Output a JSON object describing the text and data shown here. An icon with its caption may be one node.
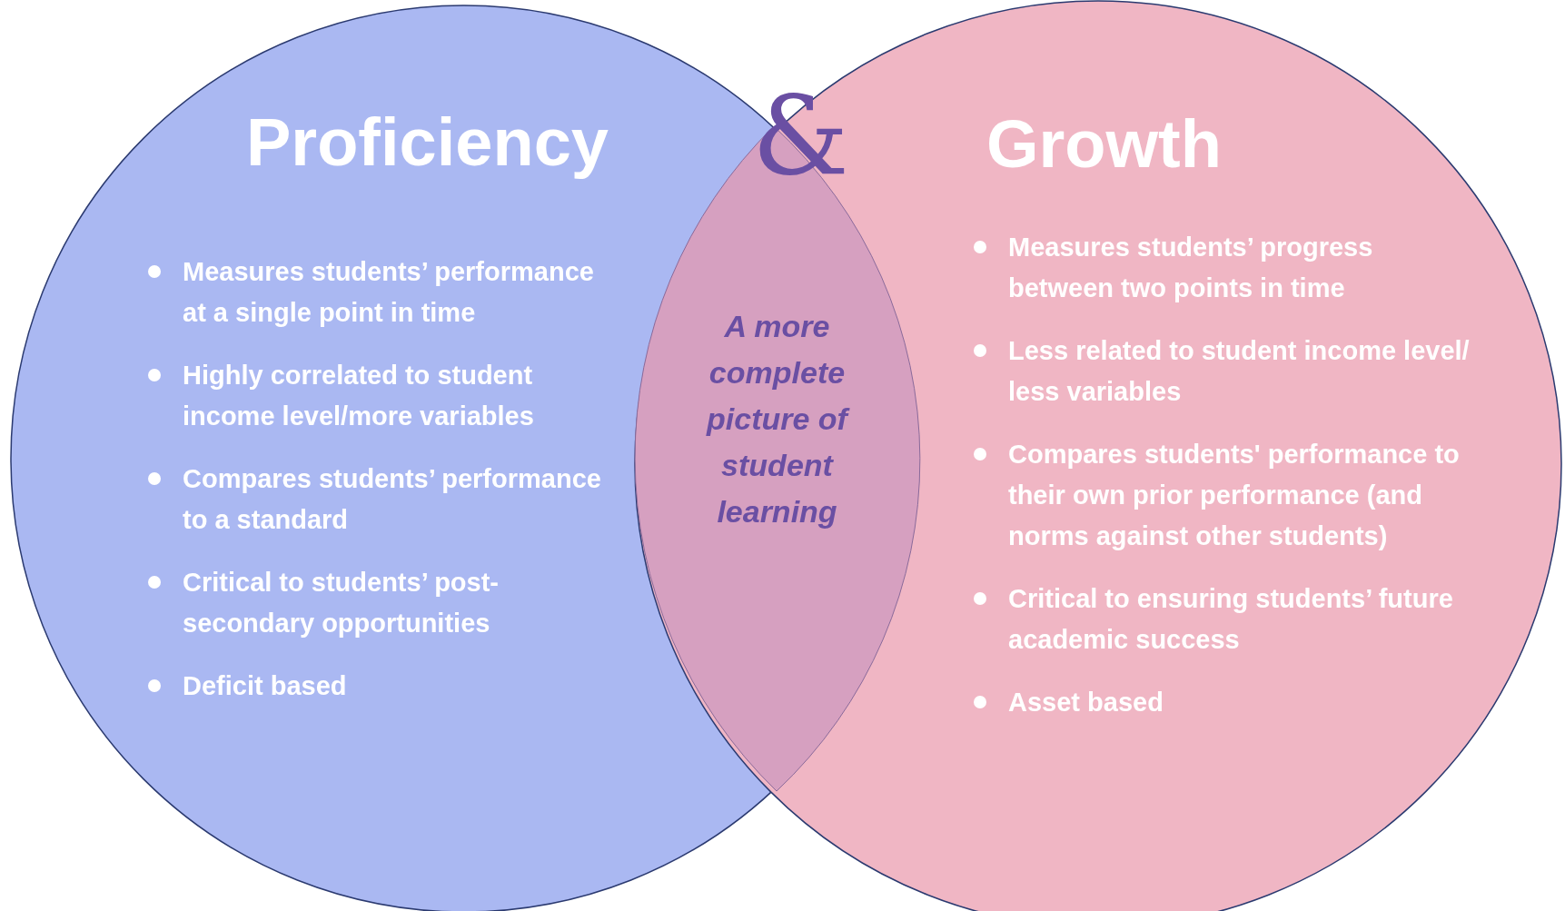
{
  "diagram": {
    "nodes": [
      {
        "text": [
          "Proficiency",
          "Measures students’ performance at a single point in time",
          "Highly correlated to student income level/more variables",
          "Compares students’ performance to a standard",
          "Critical to students’ post-secondary opportunities",
          "Deficit based"
        ]
      },
      {
        "text": [
          "Growth",
          "Measures students’ progress between two points in time",
          "Less related to student income level/ less variables",
          "Compares students' performance to their own prior performance (and norms against other students)",
          "Critical to ensuring students’ future academic success",
          "Asset based"
        ]
      },
      {
        "text": [
          "A more complete picture of student learning"
        ]
      }
    ],
    "labels": [
      "&"
    ]
  }
}
